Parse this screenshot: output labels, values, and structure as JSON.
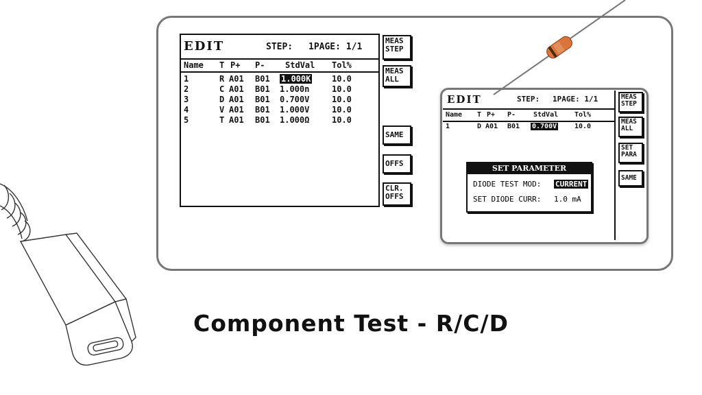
{
  "screen1": {
    "title": "EDIT",
    "step": "STEP:",
    "page": "1PAGE: 1/1",
    "columns": [
      "Name",
      "T",
      "P+",
      "P-",
      "StdVal",
      "Tol%"
    ],
    "rows": [
      {
        "name": "1",
        "t": "R",
        "pp": "A01",
        "pm": "B01",
        "std": "1.000K",
        "tol": "10.0",
        "selected": true
      },
      {
        "name": "2",
        "t": "C",
        "pp": "A01",
        "pm": "B01",
        "std": "1.000n",
        "tol": "10.0",
        "selected": false
      },
      {
        "name": "3",
        "t": "D",
        "pp": "A01",
        "pm": "B01",
        "std": "0.700V",
        "tol": "10.0",
        "selected": false
      },
      {
        "name": "4",
        "t": "V",
        "pp": "A01",
        "pm": "B01",
        "std": "1.000V",
        "tol": "10.0",
        "selected": false
      },
      {
        "name": "5",
        "t": "T",
        "pp": "A01",
        "pm": "B01",
        "std": "1.000Ω",
        "tol": "10.0",
        "selected": false
      }
    ],
    "softkeys": {
      "meas_step": "MEAS\nSTEP",
      "meas_all": "MEAS\nALL",
      "same": "SAME",
      "offs": "OFFS",
      "clr_offs": "CLR.\nOFFS"
    }
  },
  "screen2": {
    "title": "EDIT",
    "step": "STEP:",
    "page": "1PAGE: 1/1",
    "columns": [
      "Name",
      "T",
      "P+",
      "P-",
      "StdVal",
      "Tol%"
    ],
    "rows": [
      {
        "name": "1",
        "t": "D",
        "pp": "A01",
        "pm": "B01",
        "std": "0.700V",
        "tol": "10.0",
        "selected": true
      }
    ],
    "dialog": {
      "title": "SET PARAMETER",
      "line1_label": "DIODE TEST MOD:",
      "line1_value": "CURRENT",
      "line2_label": "SET DIODE CURR:",
      "line2_value": "1.0 mA"
    },
    "softkeys": {
      "meas_step": "MEAS\nSTEP",
      "meas_all": "MEAS\nALL",
      "set_para": "SET\nPARA",
      "same": "SAME"
    }
  },
  "caption": "Component Test - R/C/D"
}
